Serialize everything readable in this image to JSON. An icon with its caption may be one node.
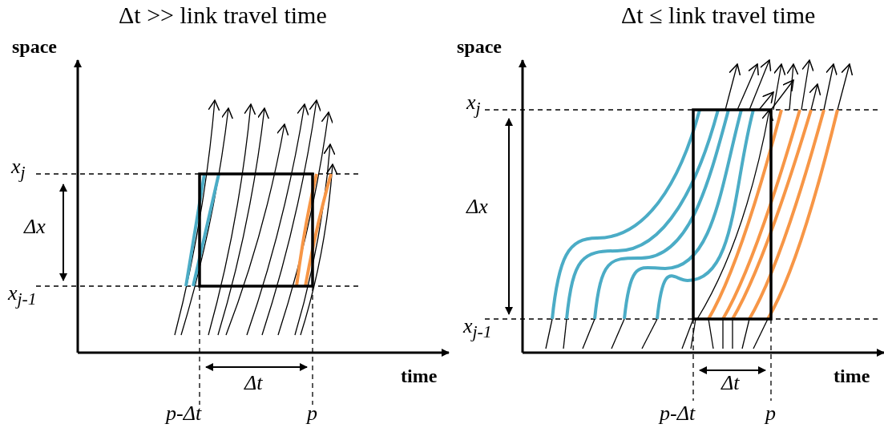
{
  "diagram": {
    "labels": [
      "Δt >> link travel time",
      "Δt ≤ link travel time",
      "space",
      "x$_{j}$",
      "Δx",
      "x$_{j-1}$",
      "time",
      "Δt",
      "p-Δt",
      "p",
      "space",
      "x$_{j}$",
      "Δx",
      "x$_{j-1}$",
      "time",
      "Δt",
      "p-Δt",
      "p"
    ]
  }
}
